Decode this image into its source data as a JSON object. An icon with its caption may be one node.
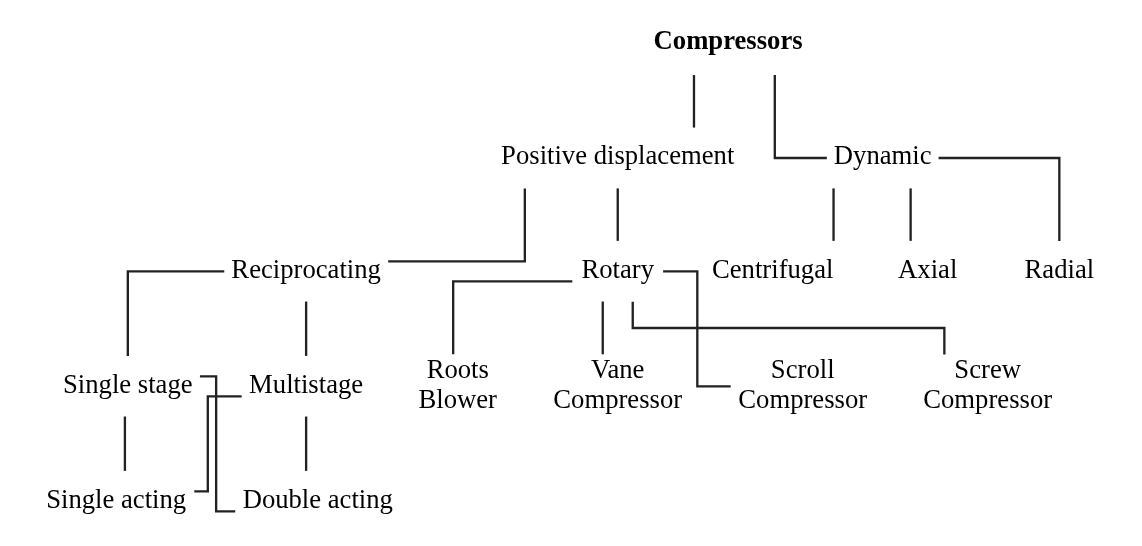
{
  "diagram": {
    "nodes": [
      {
        "text": [
          "Compressors"
        ]
      },
      {
        "text": [
          "Positive displacement"
        ]
      },
      {
        "text": [
          "Dynamic"
        ]
      },
      {
        "text": [
          "Reciprocating"
        ]
      },
      {
        "text": [
          "Rotary"
        ]
      },
      {
        "text": [
          "Centrifugal"
        ]
      },
      {
        "text": [
          "Axial"
        ]
      },
      {
        "text": [
          "Radial"
        ]
      },
      {
        "text": [
          "Single stage"
        ]
      },
      {
        "text": [
          "Multistage"
        ]
      },
      {
        "text": [
          "Single acting"
        ]
      },
      {
        "text": [
          "Double acting"
        ]
      },
      {
        "text": [
          "Roots Blower"
        ]
      },
      {
        "text": [
          "Vane Compressor"
        ]
      },
      {
        "text": [
          "Scroll Compressor"
        ]
      },
      {
        "text": [
          "Screw Compressor"
        ]
      }
    ],
    "edges": [
      {
        "from": 0,
        "to": 1,
        "arrow": "none"
      },
      {
        "from": 0,
        "to": 2,
        "arrow": "none"
      },
      {
        "from": 1,
        "to": 3,
        "arrow": "none"
      },
      {
        "from": 1,
        "to": 4,
        "arrow": "none"
      },
      {
        "from": 2,
        "to": 5,
        "arrow": "none"
      },
      {
        "from": 2,
        "to": 6,
        "arrow": "none"
      },
      {
        "from": 2,
        "to": 7,
        "arrow": "none"
      },
      {
        "from": 3,
        "to": 8,
        "arrow": "none"
      },
      {
        "from": 3,
        "to": 9,
        "arrow": "none"
      },
      {
        "from": 8,
        "to": 10,
        "arrow": "none"
      },
      {
        "from": 8,
        "to": 11,
        "arrow": "none"
      },
      {
        "from": 9,
        "to": 10,
        "arrow": "none"
      },
      {
        "from": 9,
        "to": 11,
        "arrow": "none"
      },
      {
        "from": 4,
        "to": 12,
        "arrow": "none"
      },
      {
        "from": 4,
        "to": 13,
        "arrow": "none"
      },
      {
        "from": 4,
        "to": 14,
        "arrow": "none"
      },
      {
        "from": 4,
        "to": 15,
        "arrow": "none"
      }
    ]
  }
}
